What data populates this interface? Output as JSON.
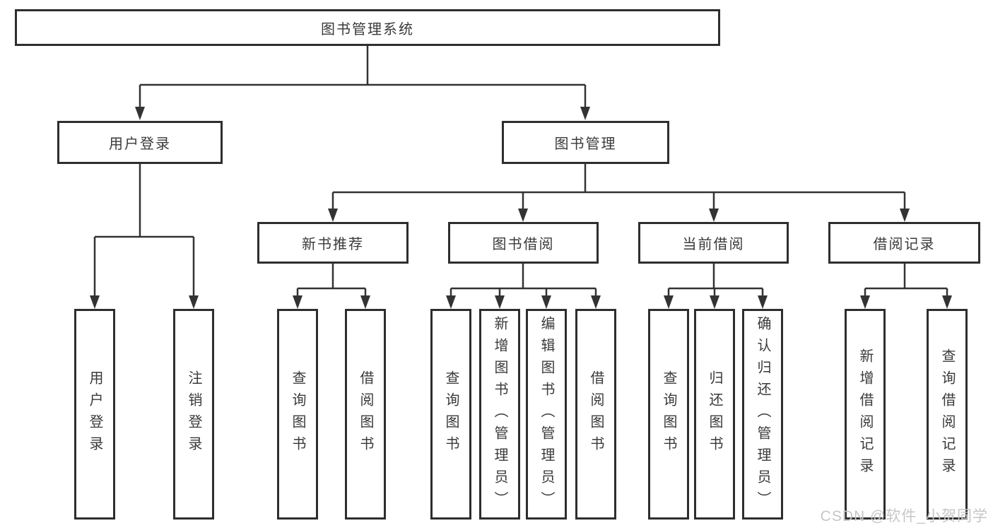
{
  "colors": {
    "border": "#2e2e2e",
    "line": "#333333",
    "text": "#3a3a3a",
    "watermark": "#c6c6c6",
    "background": "#ffffff"
  },
  "tree": {
    "root": {
      "label": "图书管理系统"
    },
    "user_login": {
      "label": "用户登录",
      "children": [
        {
          "label": "用户登录"
        },
        {
          "label": "注销登录"
        }
      ]
    },
    "book_management": {
      "label": "图书管理",
      "children_groups_note": ""
    },
    "new_book": {
      "label": "新书推荐",
      "children": [
        {
          "label": "查询图书"
        },
        {
          "label": "借阅图书"
        }
      ]
    },
    "book_borrow": {
      "label": "图书借阅",
      "children": [
        {
          "label": "查询图书"
        },
        {
          "label": "新增图书（管理员）"
        },
        {
          "label": "编辑图书（管理员）"
        },
        {
          "label": "借阅图书"
        }
      ]
    },
    "current_borrow": {
      "label": "当前借阅",
      "children": [
        {
          "label": "查询图书"
        },
        {
          "label": "归还图书"
        },
        {
          "label": "确认归还（管理员）"
        }
      ]
    },
    "borrow_record": {
      "label": "借阅记录",
      "children": [
        {
          "label": "新增借阅记录"
        },
        {
          "label": "查询借阅记录"
        }
      ]
    }
  },
  "watermark": "CSDN @软件_小贺同学"
}
